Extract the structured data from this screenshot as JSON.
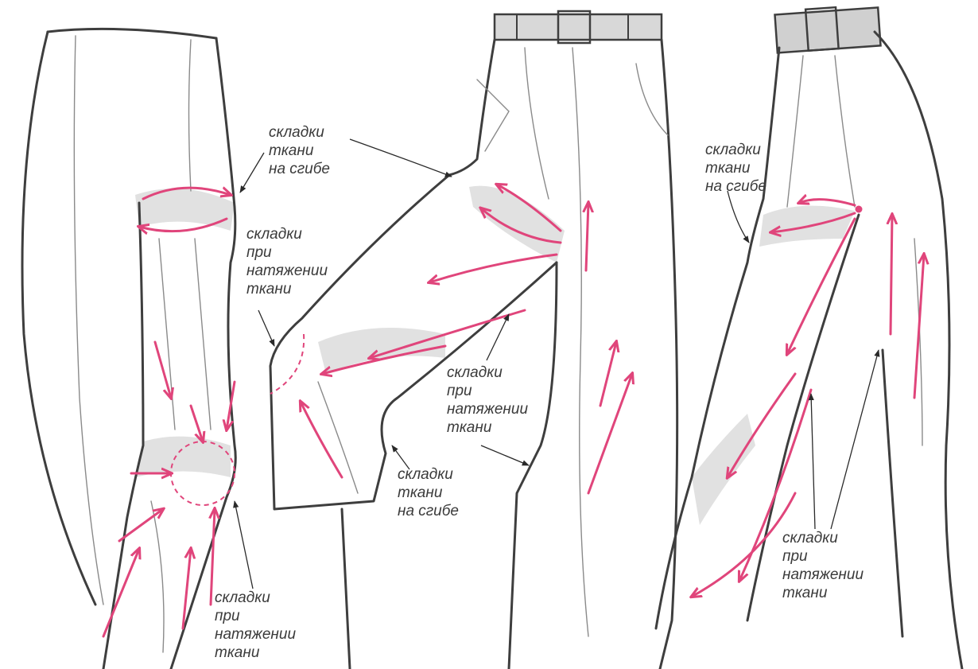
{
  "colors": {
    "accent": "#e0457b",
    "ink": "#3e3e3e",
    "label": "#3a3a3a"
  },
  "labels": {
    "l1": [
      "складки",
      "ткани",
      "на сгибе"
    ],
    "l2": [
      "складки",
      "при",
      "натяжении",
      "ткани"
    ],
    "l3": [
      "складки",
      "при",
      "натяжении",
      "ткани"
    ],
    "l4": [
      "складки",
      "при",
      "натяжении",
      "ткани"
    ],
    "l5": [
      "складки",
      "ткани",
      "на сгибе"
    ],
    "l6": [
      "складки",
      "ткани",
      "на сгибе"
    ],
    "l7": [
      "складки",
      "при",
      "натяжении",
      "ткани"
    ]
  }
}
